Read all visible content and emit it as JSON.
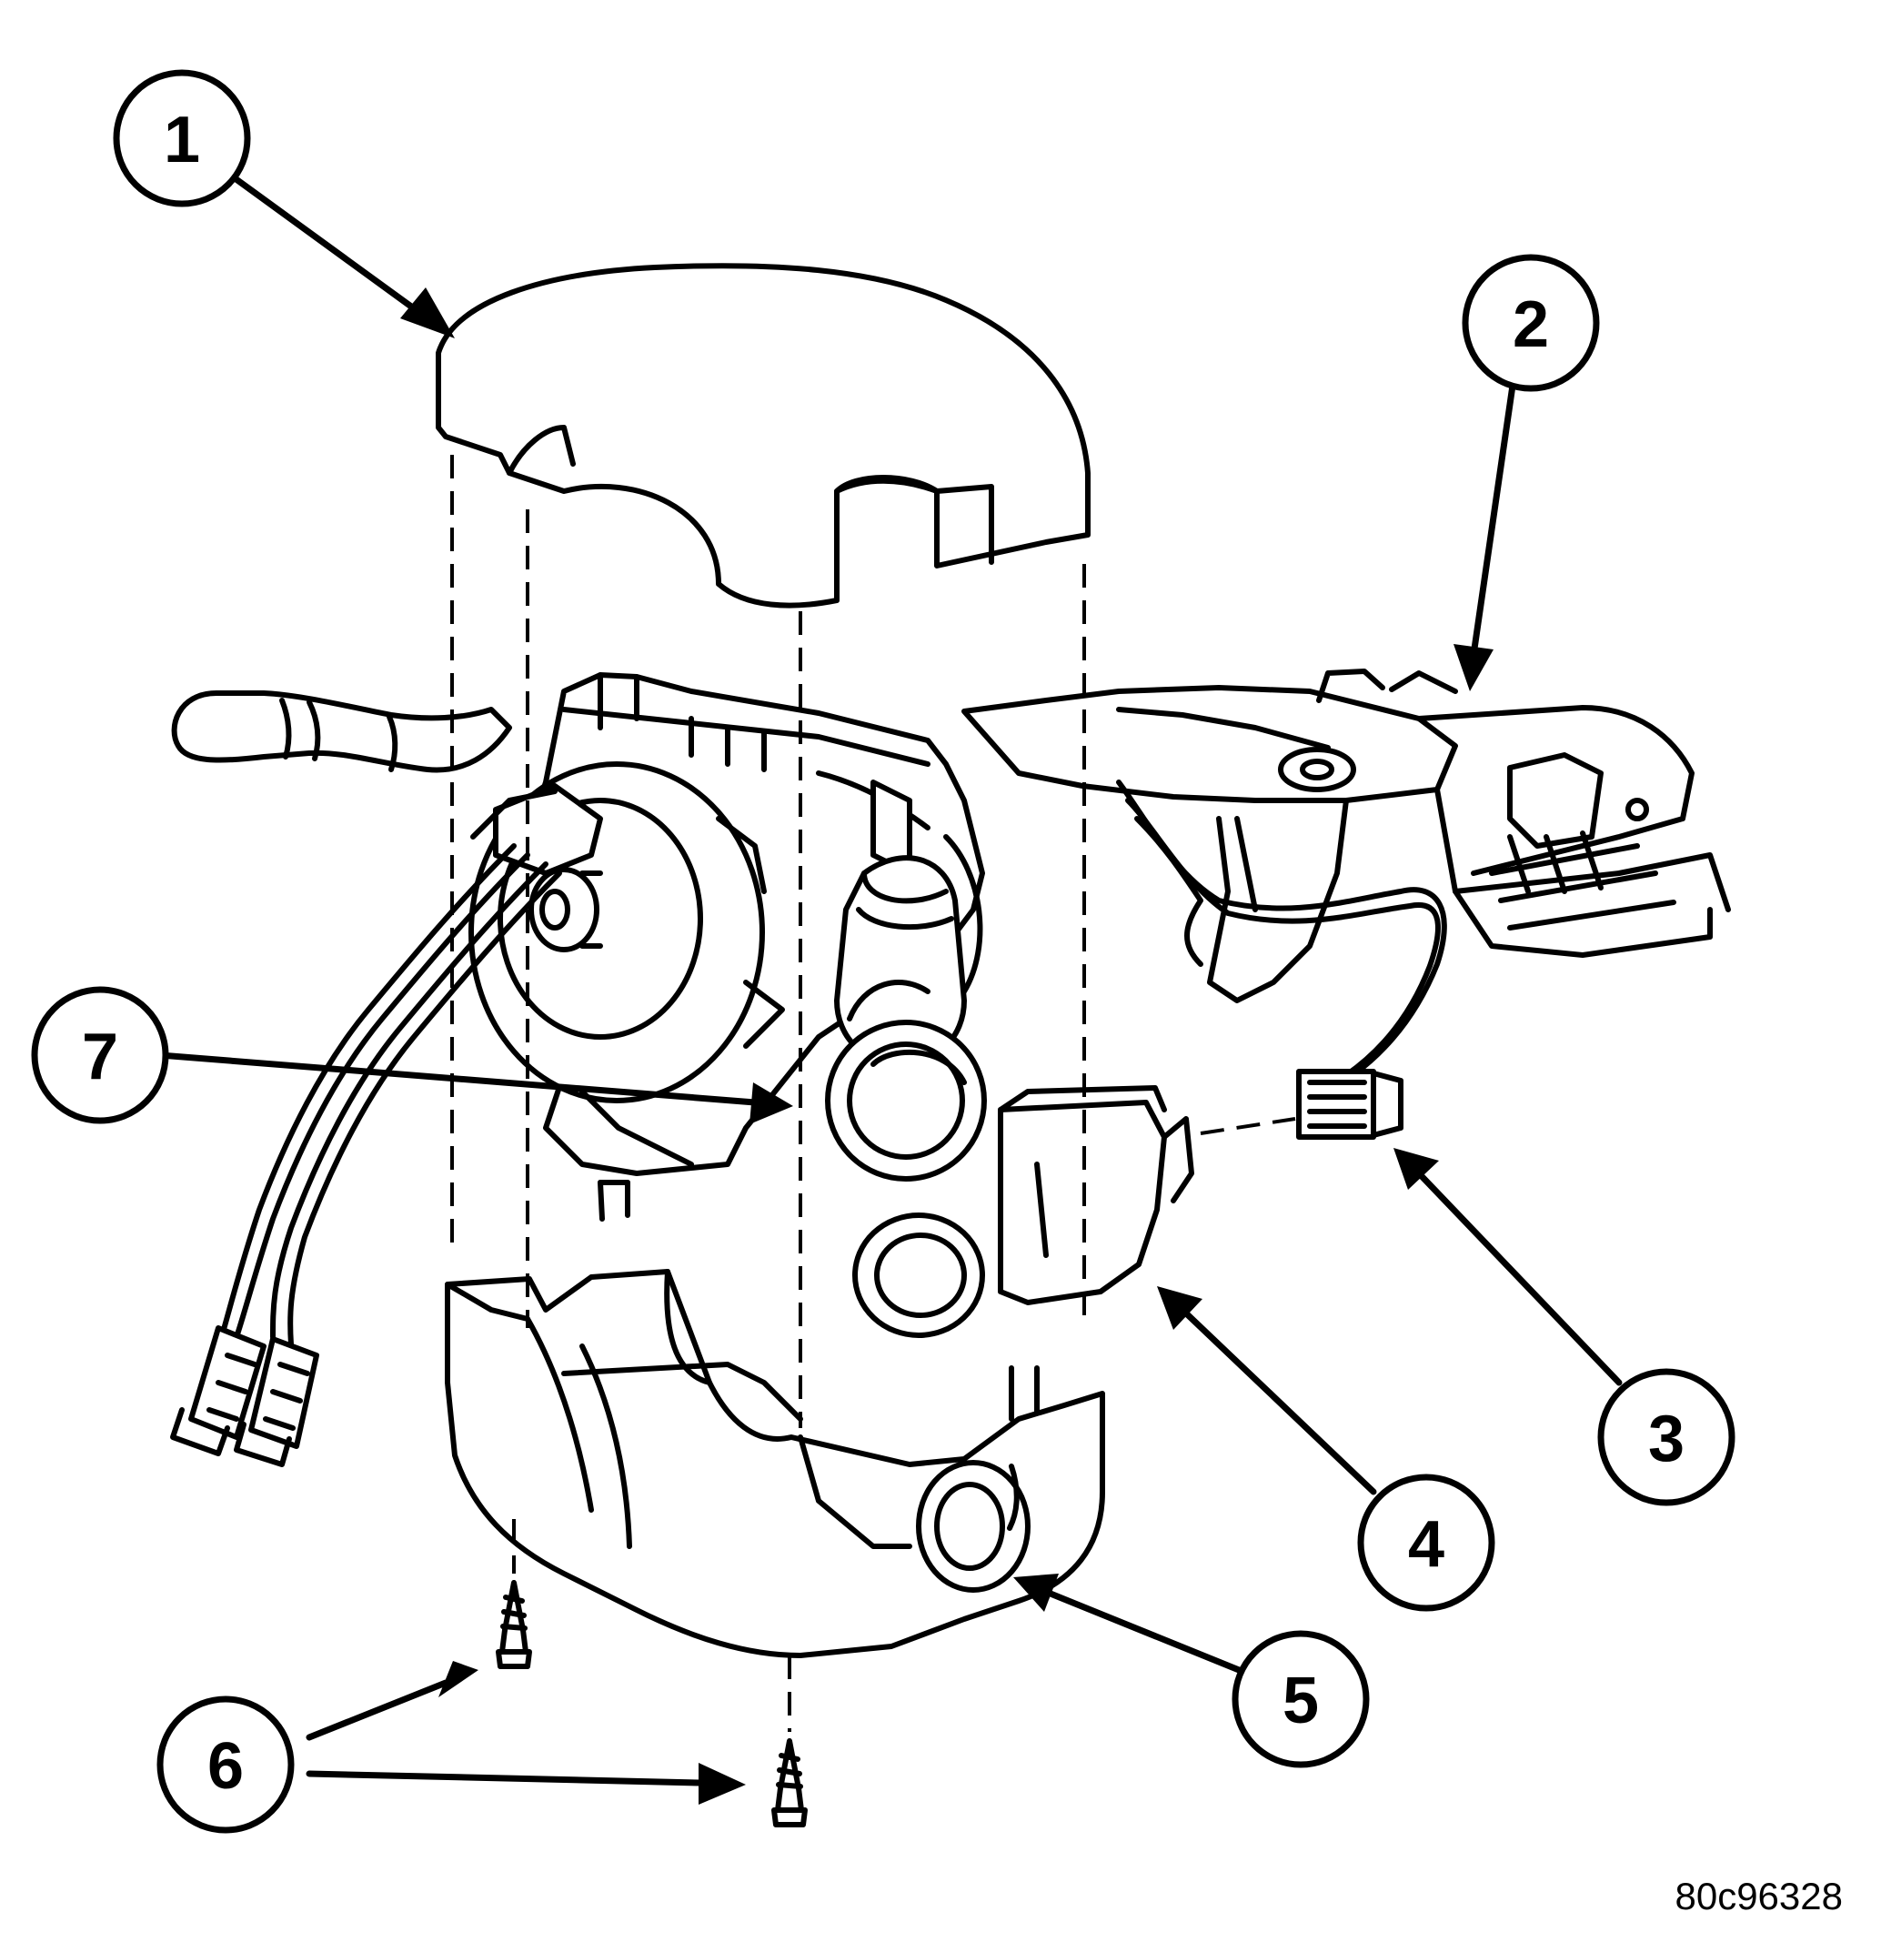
{
  "callouts": [
    {
      "id": 1,
      "label": "1"
    },
    {
      "id": 2,
      "label": "2"
    },
    {
      "id": 3,
      "label": "3"
    },
    {
      "id": 4,
      "label": "4"
    },
    {
      "id": 5,
      "label": "5"
    },
    {
      "id": 6,
      "label": "6"
    },
    {
      "id": 7,
      "label": "7"
    }
  ],
  "figure_id": "80c96328"
}
